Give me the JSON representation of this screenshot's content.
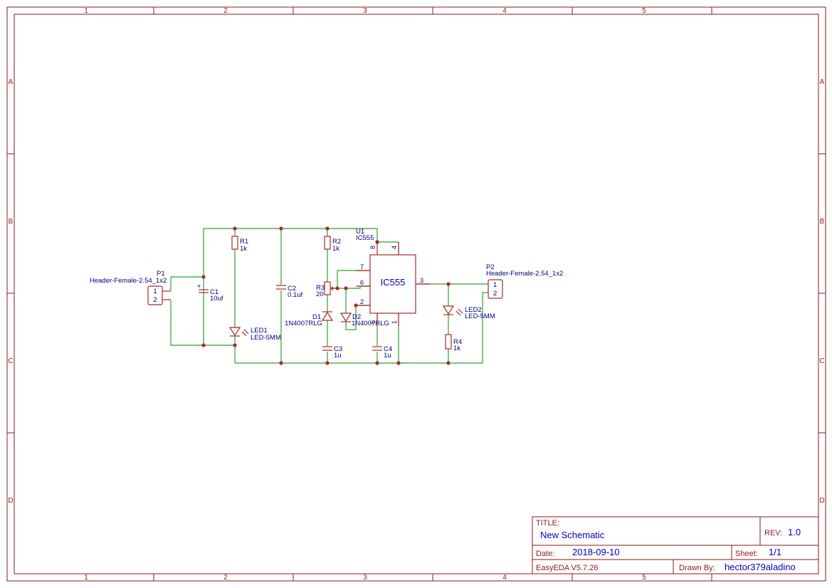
{
  "frame": {
    "columns": [
      "1",
      "2",
      "3",
      "4",
      "5"
    ],
    "rows": [
      "A",
      "B",
      "C",
      "D"
    ]
  },
  "components": {
    "p1": {
      "ref": "P1",
      "value": "Header-Female-2.54_1x2",
      "pin1": "1",
      "pin2": "2"
    },
    "p2": {
      "ref": "P2",
      "value": "Header-Female-2.54_1x2",
      "pin1": "1",
      "pin2": "2"
    },
    "c1": {
      "ref": "C1",
      "value": "10uf",
      "polarity": "+"
    },
    "c2": {
      "ref": "C2",
      "value": "0.1uf"
    },
    "c3": {
      "ref": "C3",
      "value": "1u"
    },
    "c4": {
      "ref": "C4",
      "value": "1u"
    },
    "r1": {
      "ref": "R1",
      "value": "1k"
    },
    "r2": {
      "ref": "R2",
      "value": "1k"
    },
    "r3": {
      "ref": "R3",
      "value": "20"
    },
    "r4": {
      "ref": "R4",
      "value": "1k"
    },
    "d1": {
      "ref": "D1",
      "value": "1N4007RLG"
    },
    "d2": {
      "ref": "D2",
      "value": "1N4007RLG"
    },
    "led1": {
      "ref": "LED1",
      "value": "LED-5MM"
    },
    "led2": {
      "ref": "LED2",
      "value": "LED-5MM"
    },
    "u1": {
      "ref": "U1",
      "value": "IC555",
      "body_label": "IC555",
      "pins": {
        "p8": "8",
        "p4": "4",
        "p7": "7",
        "p6": "6",
        "p2": "2",
        "p3": "3",
        "p5": "5",
        "p1": "1"
      }
    }
  },
  "title_block": {
    "title_label": "TITLE:",
    "title": "New Schematic",
    "rev_label": "REV:",
    "rev": "1.0",
    "date_label": "Date:",
    "date": "2018-09-10",
    "sheet_label": "Sheet:",
    "sheet": "1/1",
    "software": "EasyEDA V5.7.26",
    "drawn_by_label": "Drawn By:",
    "drawn_by": "hector379aladino"
  },
  "colors": {
    "frame": "#8b1a1a",
    "wire": "#2ea02e",
    "part": "#a52a2a",
    "text": "#000080",
    "title_value": "#0000c0"
  }
}
